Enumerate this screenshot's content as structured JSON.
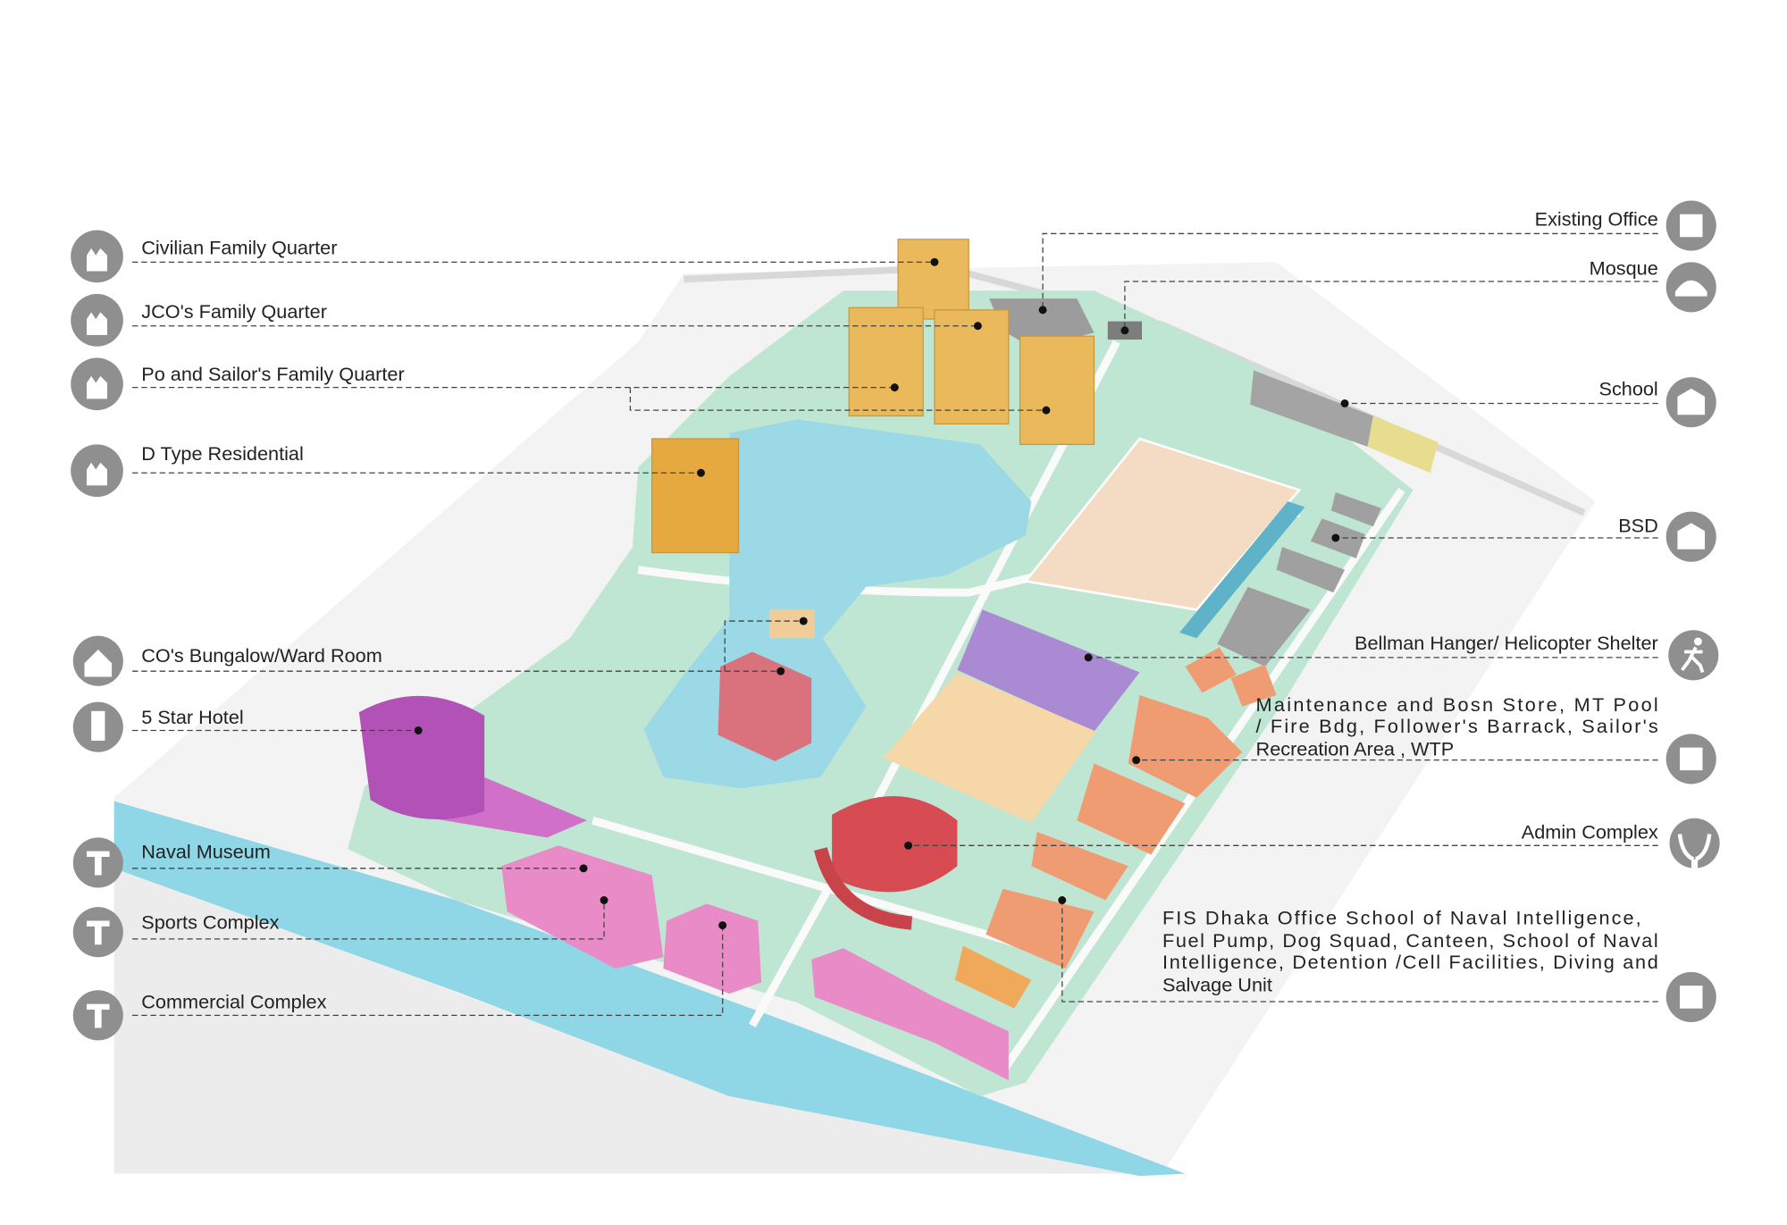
{
  "title": "Site Masterplan Zoning Diagram",
  "colors": {
    "water": "#8fd6e6",
    "site_green": "#bfe6d3",
    "residential": "#e9b95c",
    "commercial": "#e98bc6",
    "hotel": "#b352b6",
    "admin": "#d64c52",
    "service": "#ef9c73",
    "existing": "#9c9c9c",
    "hangar": "#a98ad3",
    "icon_gray": "#8f8f8f"
  },
  "left_labels": [
    {
      "text": "Civilian Family Quarter",
      "icon": "residential-building-icon"
    },
    {
      "text": "JCO's Family Quarter",
      "icon": "residential-building-icon"
    },
    {
      "text": "Po and Sailor's Family Quarter",
      "icon": "residential-building-icon"
    },
    {
      "text": "D Type Residential",
      "icon": "residential-building-icon"
    },
    {
      "text": "CO's Bungalow/Ward Room",
      "icon": "house-icon"
    },
    {
      "text": "5 Star Hotel",
      "icon": "hotel-icon"
    },
    {
      "text": "Naval Museum",
      "icon": "t-icon"
    },
    {
      "text": "Sports Complex",
      "icon": "t-icon"
    },
    {
      "text": "Commercial Complex",
      "icon": "t-icon"
    }
  ],
  "right_labels": [
    {
      "text": "Existing Office",
      "icon": "office-building-icon"
    },
    {
      "text": "Mosque",
      "icon": "mosque-icon"
    },
    {
      "text": "School",
      "icon": "school-icon"
    },
    {
      "text": "BSD",
      "icon": "school-icon"
    },
    {
      "text": "Bellman Hanger/ Helicopter Shelter",
      "icon": "sports-figure-icon"
    },
    {
      "lines": [
        "Maintenance and Bosn Store,  MT Pool",
        "/ Fire Bdg, Follower's Barrack, Sailor's",
        "Recreation Area , WTP"
      ],
      "icon": "office-building-icon"
    },
    {
      "text": "Admin Complex",
      "icon": "hands-icon"
    },
    {
      "lines": [
        "FIS Dhaka Office School of Naval Intelligence,",
        "Fuel Pump,  Dog Squad,  Canteen, School of Naval",
        "Intelligence, Detention /Cell Facilities, Diving and",
        "Salvage Unit"
      ],
      "icon": "office-building-icon"
    }
  ]
}
